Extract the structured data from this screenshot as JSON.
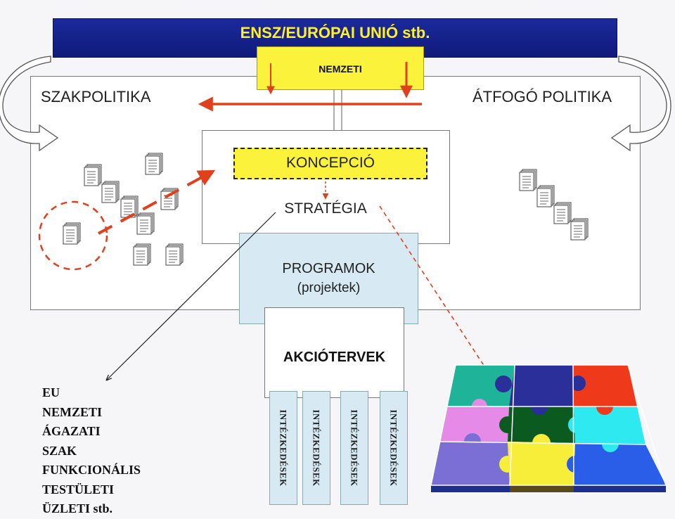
{
  "diagram": {
    "top_banner": "ENSZ/EURÓPAI UNIÓ stb.",
    "nemzeti": "NEMZETI",
    "left_policy": "SZAKPOLITIKA",
    "right_policy": "ÁTFOGÓ POLITIKA",
    "koncepcio": "KONCEPCIÓ",
    "strategia": "STRATÉGIA",
    "programok": "PROGRAMOK",
    "projektek": "(projektek)",
    "akciotervek": "AKCIÓTERVEK",
    "intezkedesek": [
      "INTÉZKEDÉSEK",
      "INTÉZKEDÉSEK",
      "INTÉZKEDÉSEK",
      "INTÉZKEDÉSEK"
    ],
    "levels": [
      "EU",
      "NEMZETI",
      "ÁGAZATI",
      "SZAK",
      "FUNKCIONÁLIS",
      "TESTÜLETI",
      "ÜZLETI stb."
    ]
  },
  "colors": {
    "banner": "#14229a",
    "banner_text": "#ffef2a",
    "yellow": "#fbf23b",
    "light_blue": "#d7eaf3",
    "arrow_red": "#e0401c",
    "puzzle_teal": "#1fb39a",
    "puzzle_navy": "#2a2f9a",
    "puzzle_red": "#ee3a1a",
    "puzzle_pink": "#e68ae8",
    "puzzle_green": "#0b5a1f",
    "puzzle_cyan": "#2ee9ef",
    "puzzle_purple": "#7b6fd6",
    "puzzle_yellow": "#f7ee3a",
    "puzzle_blue": "#2b5ee8"
  },
  "icons": [
    "curved-arrow-left-icon",
    "curved-arrow-right-icon",
    "document-stack-icon",
    "puzzle-icon"
  ]
}
